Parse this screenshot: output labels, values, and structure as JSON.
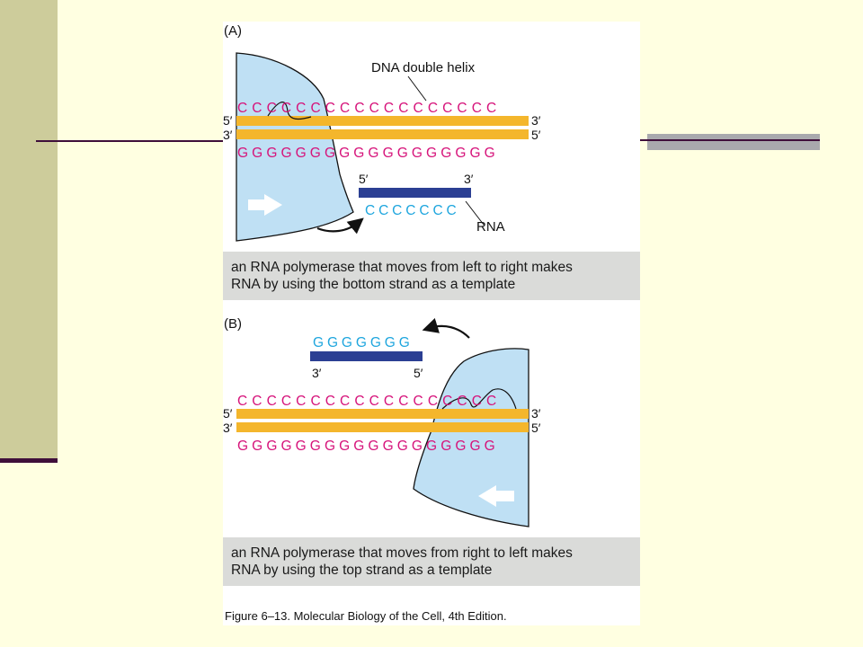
{
  "figure": {
    "panel_a": {
      "label": "(A)",
      "dna_label": "DNA double helix",
      "top_seq": "CCCCCCCCCCCCCCCCCC",
      "bottom_seq": "GGGGGGGGGGGGGGGGGG",
      "strand_top_left": "5′",
      "strand_top_right": "3′",
      "strand_bottom_left": "3′",
      "strand_bottom_right": "5′",
      "rna_left": "5′",
      "rna_right": "3′",
      "rna_seq": "CCCCCCC",
      "rna_label": "RNA",
      "caption": "an RNA polymerase that moves from left to right makes\nRNA by using the bottom strand as a template"
    },
    "panel_b": {
      "label": "(B)",
      "rna_seq": "GGGGGGG",
      "rna_left": "3′",
      "rna_right": "5′",
      "top_seq": "CCCCCCCCCCCCCCCCCC",
      "bottom_seq": "GGGGGGGGGGGGGGGGGG",
      "strand_top_left": "5′",
      "strand_top_right": "3′",
      "strand_bottom_left": "3′",
      "strand_bottom_right": "5′",
      "caption": "an RNA polymerase that moves from right to left makes\nRNA by using the top strand as a template"
    },
    "source": "Figure 6–13. Molecular Biology of the Cell, 4th Edition."
  },
  "colors": {
    "background": "#ffffe1",
    "sidebar": "#cdcc9b",
    "accent": "#3f0f3a",
    "dna": "#f4b62c",
    "polymerase": "#bfe0f4",
    "rna": "#2b3f93",
    "c_bases": "#d6137a",
    "rna_bases": "#1fa6de",
    "caption_bg": "#dadbd9"
  }
}
